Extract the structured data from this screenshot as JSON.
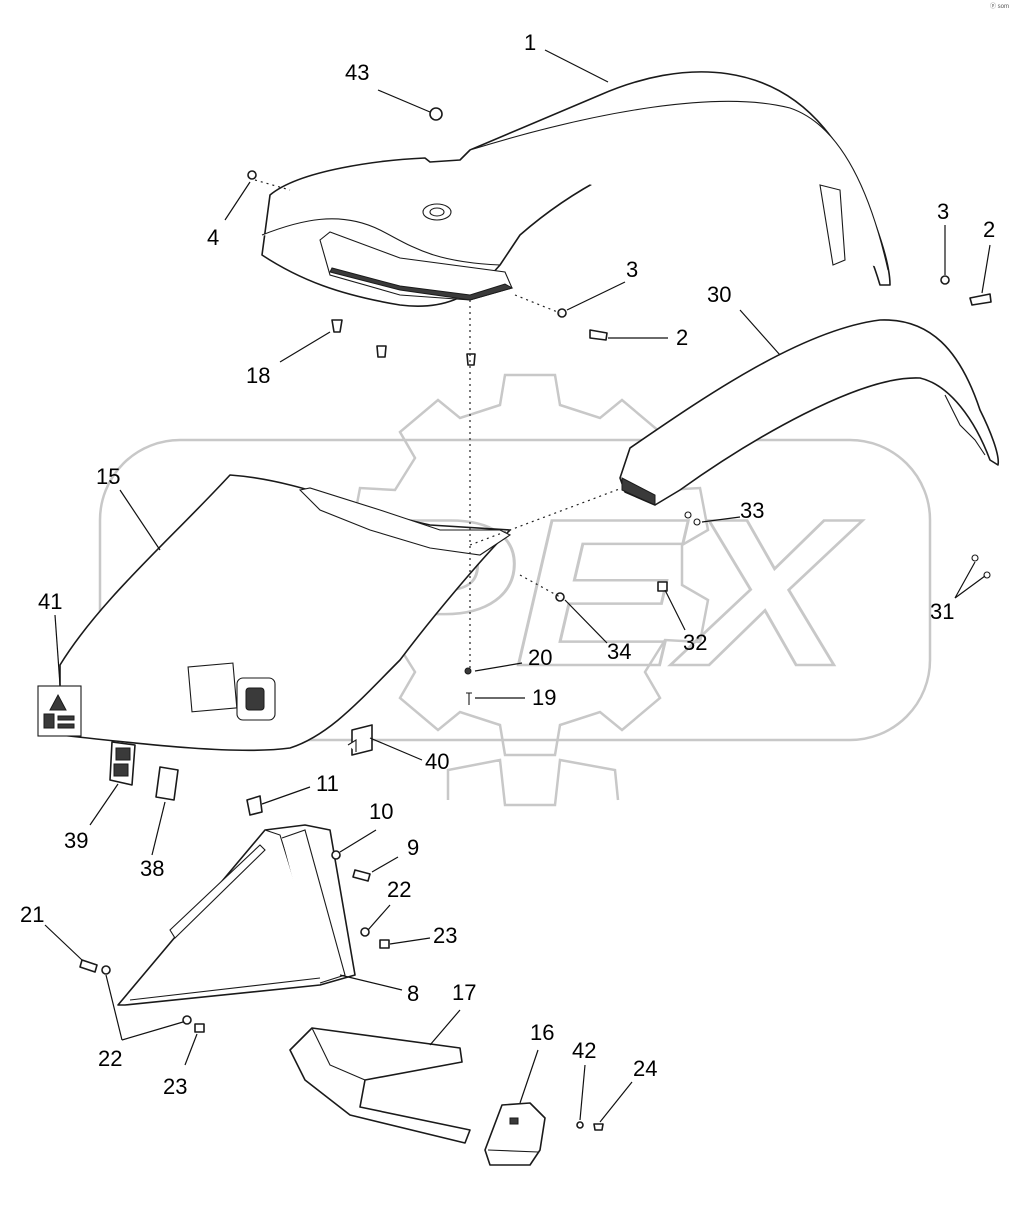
{
  "diagram": {
    "watermark": "OPEX",
    "corner_mark": "ⓟ som",
    "callouts": [
      {
        "id": "c1",
        "label": "1"
      },
      {
        "id": "c43",
        "label": "43"
      },
      {
        "id": "c4",
        "label": "4"
      },
      {
        "id": "c3a",
        "label": "3"
      },
      {
        "id": "c2a",
        "label": "2"
      },
      {
        "id": "c3b",
        "label": "3"
      },
      {
        "id": "c2b",
        "label": "2"
      },
      {
        "id": "c30",
        "label": "30"
      },
      {
        "id": "c18",
        "label": "18"
      },
      {
        "id": "c15",
        "label": "15"
      },
      {
        "id": "c33",
        "label": "33"
      },
      {
        "id": "c41",
        "label": "41"
      },
      {
        "id": "c31",
        "label": "31"
      },
      {
        "id": "c34",
        "label": "34"
      },
      {
        "id": "c32",
        "label": "32"
      },
      {
        "id": "c20",
        "label": "20"
      },
      {
        "id": "c19",
        "label": "19"
      },
      {
        "id": "c40",
        "label": "40"
      },
      {
        "id": "c11",
        "label": "11"
      },
      {
        "id": "c10",
        "label": "10"
      },
      {
        "id": "c39",
        "label": "39"
      },
      {
        "id": "c38",
        "label": "38"
      },
      {
        "id": "c9",
        "label": "9"
      },
      {
        "id": "c22a",
        "label": "22"
      },
      {
        "id": "c21",
        "label": "21"
      },
      {
        "id": "c23a",
        "label": "23"
      },
      {
        "id": "c8",
        "label": "8"
      },
      {
        "id": "c17",
        "label": "17"
      },
      {
        "id": "c16",
        "label": "16"
      },
      {
        "id": "c22b",
        "label": "22"
      },
      {
        "id": "c42",
        "label": "42"
      },
      {
        "id": "c24",
        "label": "24"
      },
      {
        "id": "c23b",
        "label": "23"
      }
    ]
  }
}
